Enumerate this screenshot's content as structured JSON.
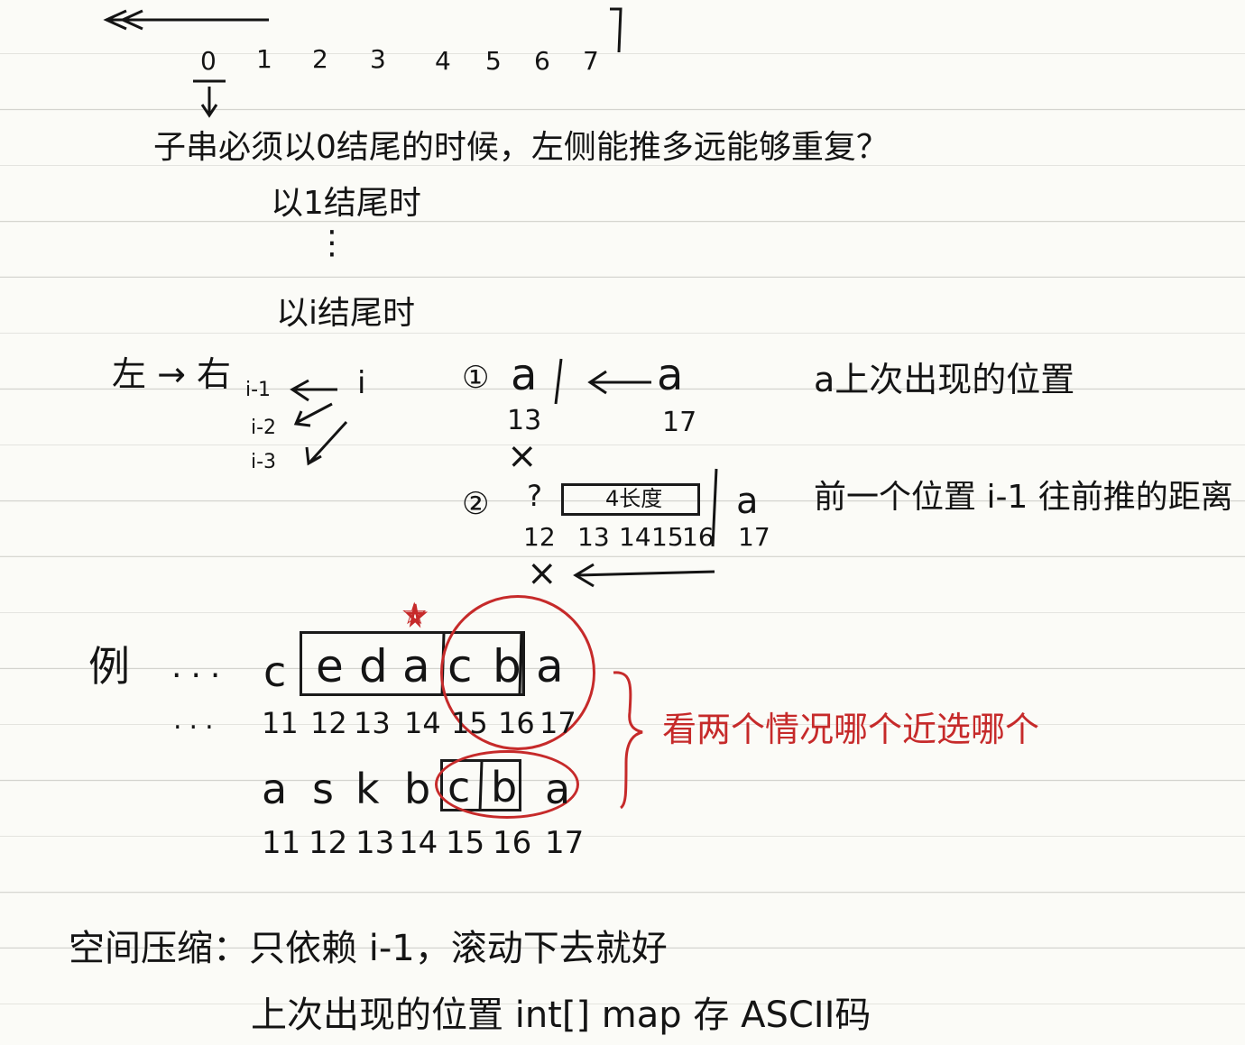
{
  "top_numbers": [
    "0",
    "1",
    "2",
    "3",
    "4",
    "5",
    "6",
    "7"
  ],
  "question": "子串必须以0结尾的时候，左侧能推多远能够重复？",
  "end_at_1": "以1结尾时",
  "vdots": "⋮",
  "end_at_i": "以i结尾时",
  "left_to_right": "左 → 右",
  "idx_i1": "i-1",
  "idx_i": "i",
  "idx_i2": "i-2",
  "idx_i3": "i-3",
  "case1": {
    "circle": "①",
    "a_left": "a",
    "a_right": "a",
    "num_left": "13",
    "num_right": "17",
    "cross": "×",
    "note": "a上次出现的位置"
  },
  "case2": {
    "circle": "②",
    "q": "?",
    "box_label": "4长度",
    "a": "a",
    "nums": [
      "12",
      "13",
      "14",
      "15",
      "16"
    ],
    "num_right": "17",
    "cross": "×",
    "note": "前一个位置 i-1 往前推的距离"
  },
  "example": {
    "label": "例",
    "row1_dots": "...",
    "row1_letters": [
      "c",
      "e",
      "d",
      "a",
      "c",
      "b",
      "a"
    ],
    "row1_num_dots": "...",
    "row1_nums": [
      "11",
      "12",
      "13",
      "14",
      "15",
      "16",
      "17"
    ],
    "row2_letters": [
      "a",
      "s",
      "k",
      "b",
      "c",
      "b",
      "a"
    ],
    "row2_nums": [
      "11",
      "12",
      "13",
      "14",
      "15",
      "16",
      "17"
    ],
    "star": "☆",
    "note": "看两个情况哪个近选哪个"
  },
  "space_compress": "空间压缩：只依赖 i-1，滚动下去就好",
  "last_pos": "上次出现的位置 int[] map 存 ASCII码",
  "colors": {
    "ink": "#141414",
    "red": "#c62a2a",
    "line": "#d4d4cf",
    "paper": "#fbfbf7"
  }
}
